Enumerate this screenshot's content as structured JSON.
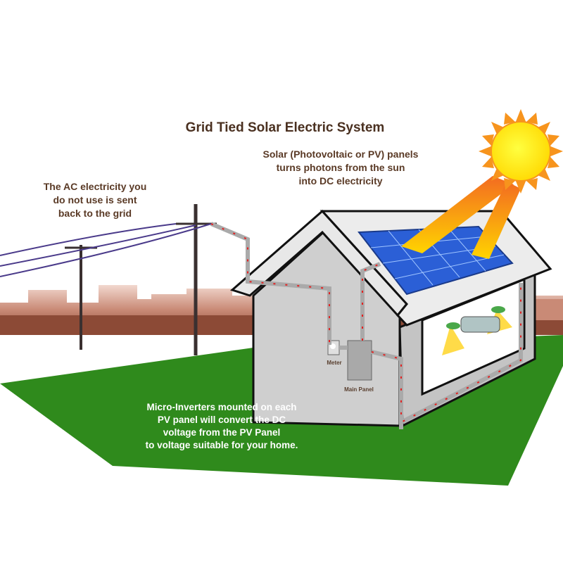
{
  "title": "Grid Tied Solar Electric System",
  "captions": {
    "panels": [
      "Solar (Photovoltaic or PV) panels",
      "turns photons from the sun",
      "into DC electricity"
    ],
    "grid": [
      "The AC electricity you",
      "do not use is sent",
      "back to the grid"
    ],
    "inverters": [
      "Micro-Inverters mounted on each",
      "PV panel will convert the DC",
      "voltage from the PV Panel",
      "to voltage suitable for your home."
    ]
  },
  "labels": {
    "meter": "Meter",
    "main_panel": "Main Panel"
  },
  "colors": {
    "grass": "#2f8a1c",
    "sun": "#ffe000",
    "sun_rays": "#f7941d",
    "panel": "#2b5fd6",
    "skyline": "#8c4a36",
    "conduit_arrow": "#e32020"
  }
}
